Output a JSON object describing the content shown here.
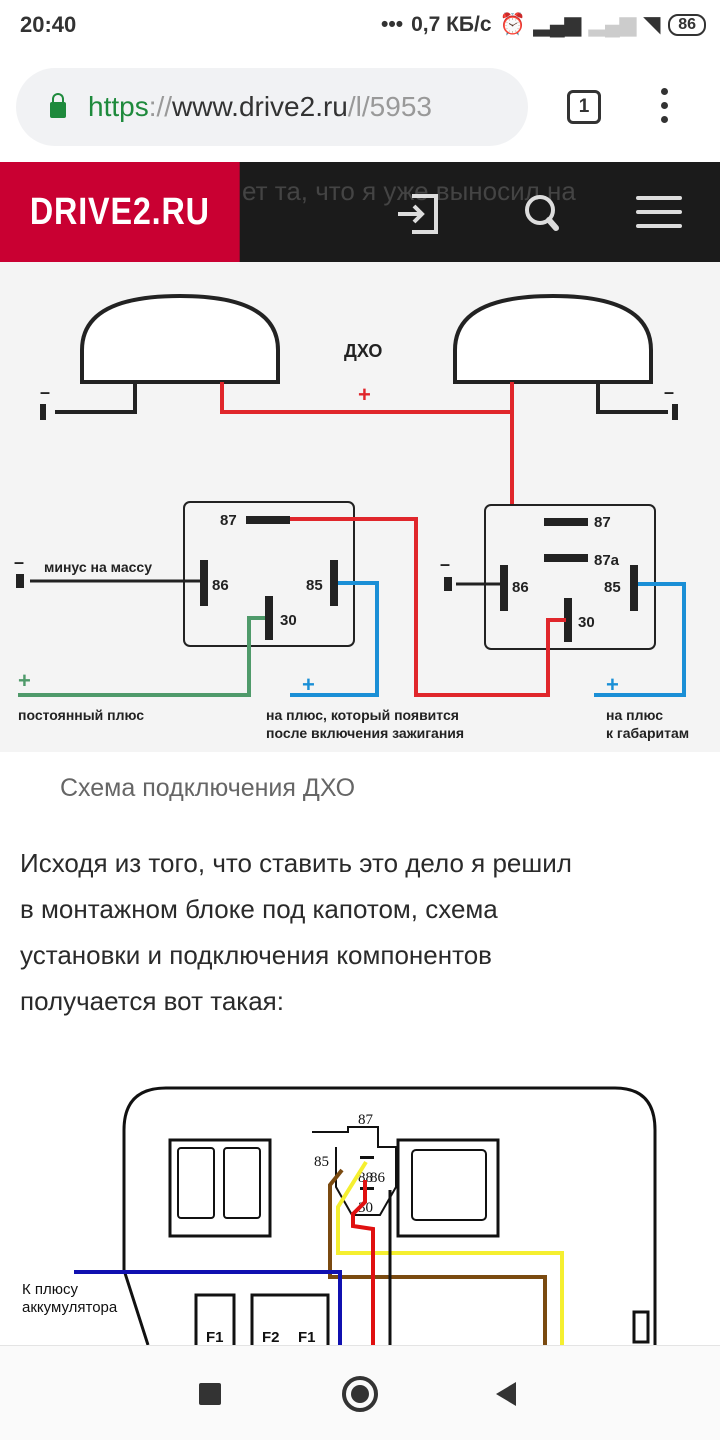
{
  "status_bar": {
    "time": "20:40",
    "more": "•••",
    "net_speed": "0,7 КБ/с",
    "battery": "86"
  },
  "browser": {
    "url_scheme": "https",
    "url_sep": "://",
    "url_host": "www.drive2.ru",
    "url_path": "/l/5953",
    "tab_count": "1"
  },
  "site_header": {
    "logo": "DRIVE2.RU",
    "behind_text": "ет та, что я уже выносил на"
  },
  "figure1": {
    "title": "ДХО",
    "plus": "+",
    "minus": "–",
    "relay_pins": [
      "87",
      "86",
      "85",
      "30",
      "87",
      "87a",
      "86",
      "85",
      "30"
    ],
    "labels": {
      "ground": "минус на массу",
      "constant_plus": "постоянный плюс",
      "ignition_line1": "на плюс, который появится",
      "ignition_line2": "после включения  зажигания",
      "parking_line1": "на плюс",
      "parking_line2": "к габаритам"
    },
    "colors": {
      "red": "#e0262b",
      "blue": "#1a8fd6",
      "green": "#4f9a6a",
      "black": "#222222"
    }
  },
  "caption": "Схема подключения ДХО",
  "paragraph": [
    "Исходя из того, что ставить это дело я решил",
    "в монтажном блоке под капотом, схема",
    "установки и подключения компонентов",
    "получается вот такая:"
  ],
  "figure2": {
    "pins": [
      "87",
      "88",
      "85",
      "86",
      "30"
    ],
    "battery_label_1": "К плюсу",
    "battery_label_2": "аккумулятора",
    "fuses": [
      "F1",
      "F2",
      "F1"
    ],
    "colors": {
      "blue": "#1010b0",
      "red": "#e01010",
      "yellow": "#f5ef30",
      "brown": "#7a4a10"
    }
  }
}
